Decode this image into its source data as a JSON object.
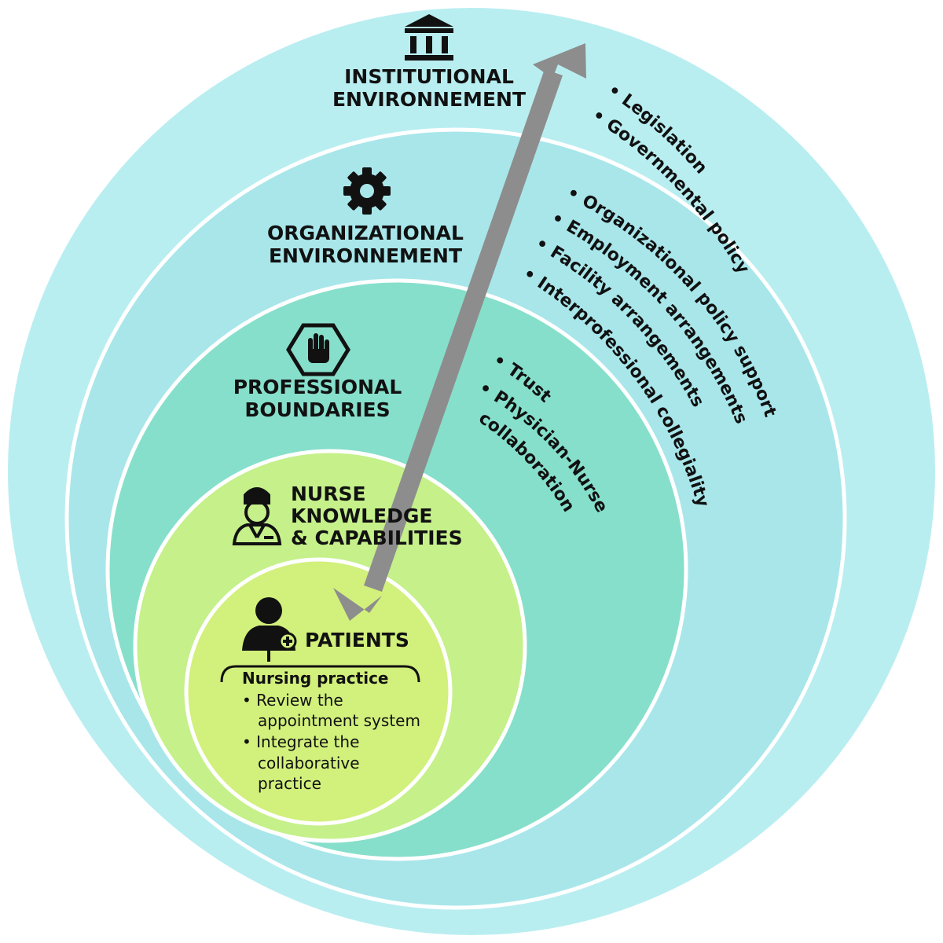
{
  "colors": {
    "ring_institutional": "#b9eef1",
    "ring_organizational": "#a8e6ea",
    "ring_professional": "#86dfcb",
    "ring_nurse": "#c5f08a",
    "ring_patients": "#d2f07c",
    "arrow": "#8d8d8d",
    "ring_border": "#ffffff"
  },
  "layers": {
    "institutional": {
      "title_line1": "INSTITUTIONAL",
      "title_line2": "ENVIRONNEMENT",
      "icon": "institution-building-icon",
      "bullets": [
        "Legislation",
        "Governmental policy"
      ]
    },
    "organizational": {
      "title_line1": "ORGANIZATIONAL",
      "title_line2": "ENVIRONNEMENT",
      "icon": "gear-icon",
      "bullets": [
        "Organizational policy support",
        "Employment arrangements",
        "Facility arrangements",
        "Interprofessional collegiality"
      ]
    },
    "professional": {
      "title_line1": "PROFESSIONAL",
      "title_line2": "BOUNDARIES",
      "icon": "stop-hand-icon",
      "bullets": [
        "Trust",
        "Physician-Nurse",
        "collaboration"
      ]
    },
    "nurse": {
      "title_line1": "NURSE",
      "title_line2": "KNOWLEDGE",
      "title_line3": "& CAPABILITIES",
      "icon": "nurse-icon"
    },
    "patients": {
      "title": "PATIENTS",
      "icon": "patient-icon",
      "practice_heading": "Nursing practice",
      "items": [
        {
          "line1": "Review the",
          "line2": "appointment system"
        },
        {
          "line1": "Integrate the",
          "line2": "collaborative",
          "line3": "practice"
        }
      ]
    }
  }
}
